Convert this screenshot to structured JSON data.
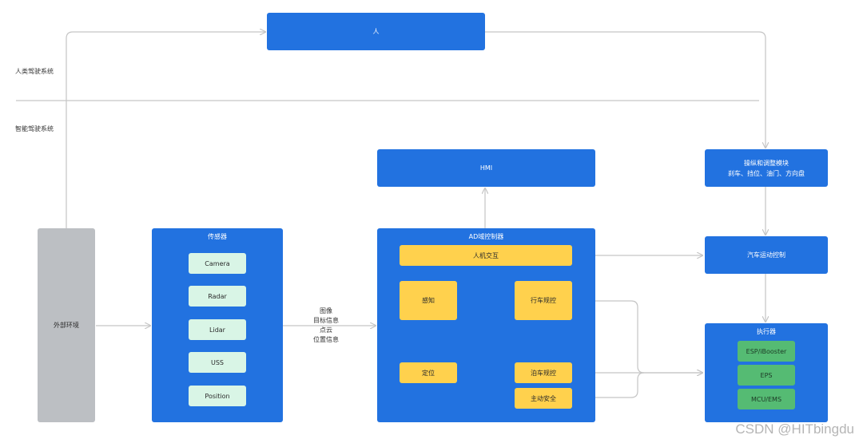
{
  "zones": {
    "human_system": "人类驾驶系统",
    "smart_system": "智能驾驶系统"
  },
  "nodes": {
    "human": "人",
    "external_env": "外部环境",
    "sensor_group": "传感器",
    "sensors": [
      "Camera",
      "Radar",
      "Lidar",
      "USS",
      "Position"
    ],
    "sensor_outputs": [
      "图像",
      "目标信息",
      "点云",
      "位置信息"
    ],
    "hmi": "HMI",
    "ad_controller": "AD域控制器",
    "hmi_interaction": "人机交互",
    "perception": "感知",
    "localization": "定位",
    "driving_planning": "行车规控",
    "parking_planning": "泊车规控",
    "active_safety": "主动安全",
    "operation_module_line1": "操纵和调整模块",
    "operation_module_line2": "刹车、挡位、油门、方向盘",
    "motion_control": "汽车运动控制",
    "actuator_group": "执行器",
    "actuators": [
      "ESP/iBooster",
      "EPS",
      "MCU/EMS"
    ]
  },
  "watermark": "CSDN @HITbingdu",
  "colors": {
    "blue": "#2272e0",
    "yellow": "#ffd14d",
    "mint": "#d9f5e6",
    "green": "#55bb73",
    "gray": "#bcbfc3",
    "line": "#c5c5c5"
  }
}
